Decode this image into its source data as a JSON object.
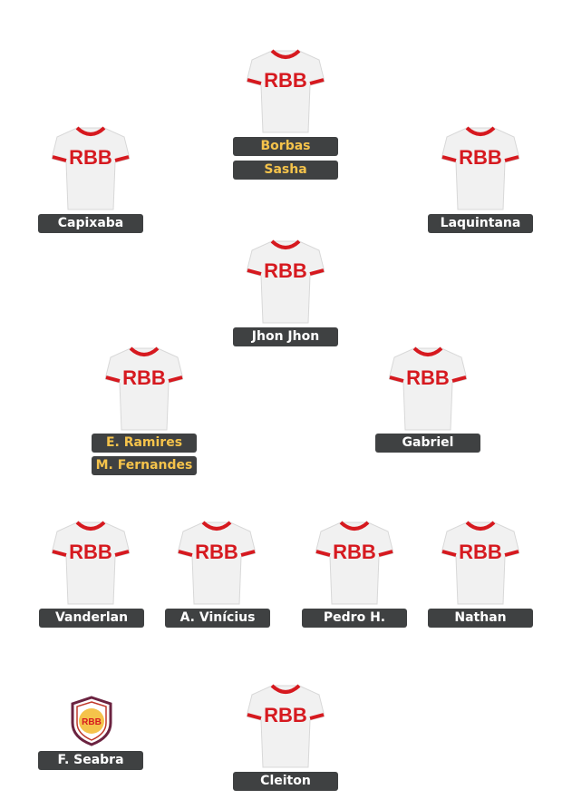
{
  "shirt_text": "RBB",
  "colors": {
    "tag_bg": "#3f4142",
    "tag_text": "#ffffff",
    "sub_text": "#f5c34b",
    "shirt": "#f1f1f1",
    "trim": "#d6191f"
  },
  "players": {
    "borbas": "Borbas",
    "sasha": "Sasha",
    "capixaba": "Capixaba",
    "laquintana": "Laquintana",
    "jhon_jhon": "Jhon Jhon",
    "e_ramires": "E. Ramires",
    "m_fernandes": "M. Fernandes",
    "gabriel": "Gabriel",
    "vanderlan": "Vanderlan",
    "a_vinicius": "A. Vinícius",
    "pedro_h": "Pedro H.",
    "nathan": "Nathan",
    "f_seabra": "F. Seabra",
    "cleiton": "Cleiton"
  },
  "coach_crest_icon": "club-crest-icon",
  "coach_crest_text": "RBB"
}
